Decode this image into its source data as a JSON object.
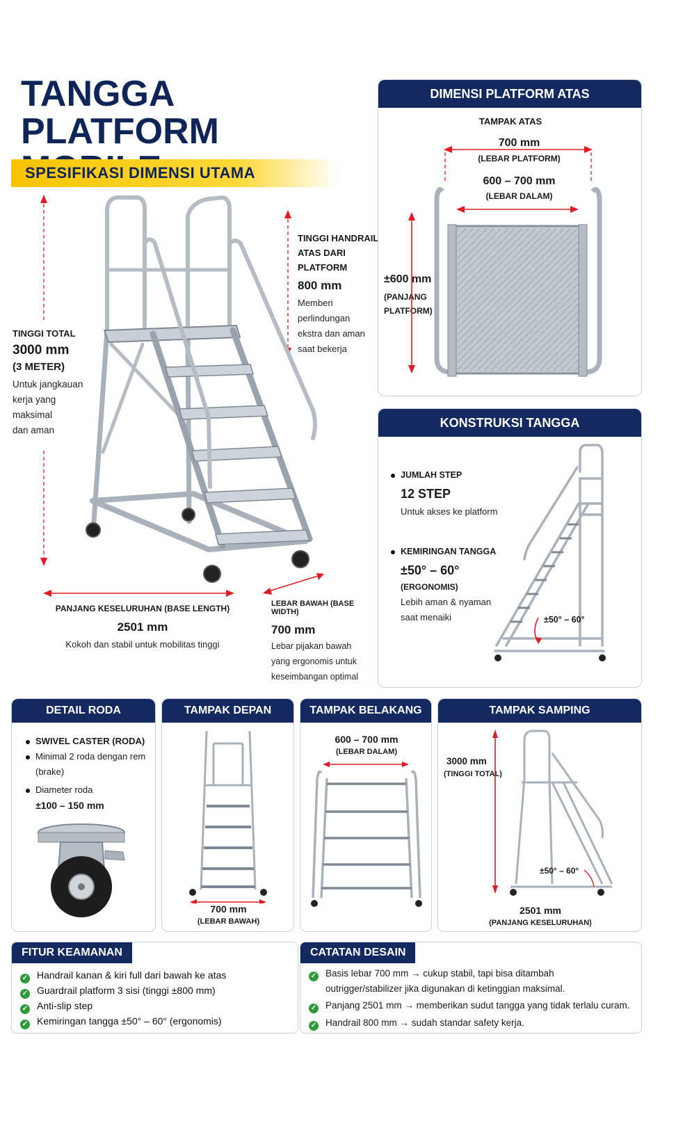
{
  "title": {
    "line1": "TANGGA",
    "line2": "PLATFORM MOBILE",
    "subtitle": "SPESIFIKASI DIMENSI UTAMA"
  },
  "main": {
    "total_height": {
      "label": "TINGGI TOTAL",
      "value": "3000 mm",
      "sub": "(3 METER)",
      "note": "Untuk jangkauan kerja yang maksimal dan aman",
      "note_lines": [
        "Untuk jangkauan",
        "kerja yang",
        "maksimal",
        "dan aman"
      ]
    },
    "handrail": {
      "label_lines": [
        "TINGGI HANDRAIL",
        "ATAS DARI",
        "PLATFORM"
      ],
      "value": "800 mm",
      "note_lines": [
        "Memberi",
        "perlindungan",
        "ekstra dan aman",
        "saat bekerja"
      ]
    },
    "base_length": {
      "label": "PANJANG KESELURUHAN (BASE LENGTH)",
      "value": "2501 mm",
      "note": "Kokoh dan stabil untuk mobilitas tinggi"
    },
    "base_width": {
      "label": "LEBAR BAWAH (BASE WIDTH)",
      "value": "700 mm",
      "note_lines": [
        "Lebar pijakan bawah",
        "yang ergonomis untuk",
        "keseimbangan optimal"
      ]
    }
  },
  "platform_card": {
    "header": "DIMENSI PLATFORM ATAS",
    "view": "TAMPAK ATAS",
    "width_value": "700 mm",
    "width_label": "(LEBAR PLATFORM)",
    "inner_value": "600 – 700 mm",
    "inner_label": "(LEBAR DALAM)",
    "length_value": "±600 mm",
    "length_label_lines": [
      "(PANJANG",
      "PLATFORM)"
    ]
  },
  "construction_card": {
    "header": "KONSTRUKSI TANGGA",
    "steps_label": "JUMLAH STEP",
    "steps_value": "12 STEP",
    "steps_note": "Untuk akses ke platform",
    "slope_label": "KEMIRINGAN TANGGA",
    "slope_value": "±50° – 60°",
    "slope_sub": "(ERGONOMIS)",
    "slope_note_lines": [
      "Lebih aman & nyaman",
      "saat menaiki"
    ],
    "angle_annot": "±50° – 60°"
  },
  "wheel_card": {
    "header": "DETAIL RODA",
    "items": [
      "SWIVEL CASTER (RODA)",
      "Minimal 2 roda dengan rem",
      "(brake)",
      "Diameter roda",
      "±100 – 150 mm"
    ]
  },
  "front_card": {
    "header": "TAMPAK DEPAN",
    "value": "700 mm",
    "label": "(LEBAR BAWAH)"
  },
  "back_card": {
    "header": "TAMPAK BELAKANG",
    "value": "600 – 700 mm",
    "label": "(LEBAR DALAM)"
  },
  "side_card": {
    "header": "TAMPAK SAMPING",
    "height_value": "3000 mm",
    "height_label": "(TINGGI TOTAL)",
    "angle": "±50° – 60°",
    "length_value": "2501 mm",
    "length_label": "(PANJANG KESELURUHAN)"
  },
  "safety": {
    "header": "FITUR KEAMANAN",
    "items": [
      "Handrail kanan & kiri full dari bawah ke atas",
      "Guardrail platform 3 sisi (tinggi ±800 mm)",
      "Anti-slip step",
      "Kemiringan tangga ±50° – 60° (ergonomis)"
    ]
  },
  "design_notes": {
    "header": "CATATAN DESAIN",
    "items": [
      "Basis lebar 700 mm → cukup stabil, tapi bisa ditambah",
      "outrigger/stabilizer jika digunakan di ketinggian maksimal.",
      "Panjang 2501 mm → memberikan sudut tangga yang tidak terlalu curam.",
      "Handrail 800 mm → sudah standar safety kerja."
    ]
  },
  "colors": {
    "navy": "#13295f",
    "accent_yellow": "#f7c400",
    "dimension_red": "#e01b24",
    "check_green": "#2e9b3a"
  }
}
